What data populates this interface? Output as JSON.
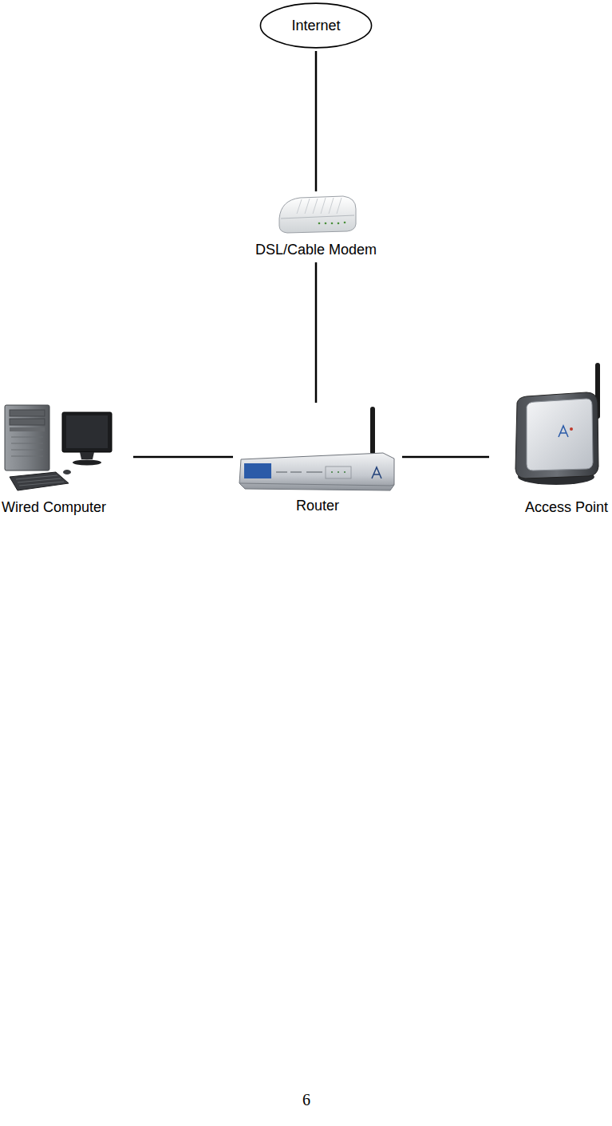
{
  "diagram": {
    "nodes": [
      {
        "text": [
          "Internet"
        ]
      },
      {
        "text": [
          "DSL/Cable Modem"
        ]
      },
      {
        "text": [
          "Wired Computer"
        ]
      },
      {
        "text": [
          "Router"
        ]
      },
      {
        "text": [
          "Access Point"
        ]
      }
    ],
    "edges": [
      {
        "from": 0,
        "to": 1,
        "arrow": "none"
      },
      {
        "from": 1,
        "to": 3,
        "arrow": "none"
      },
      {
        "from": 2,
        "to": 3,
        "arrow": "none"
      },
      {
        "from": 3,
        "to": 4,
        "arrow": "none"
      }
    ],
    "labels": [
      "6"
    ]
  }
}
